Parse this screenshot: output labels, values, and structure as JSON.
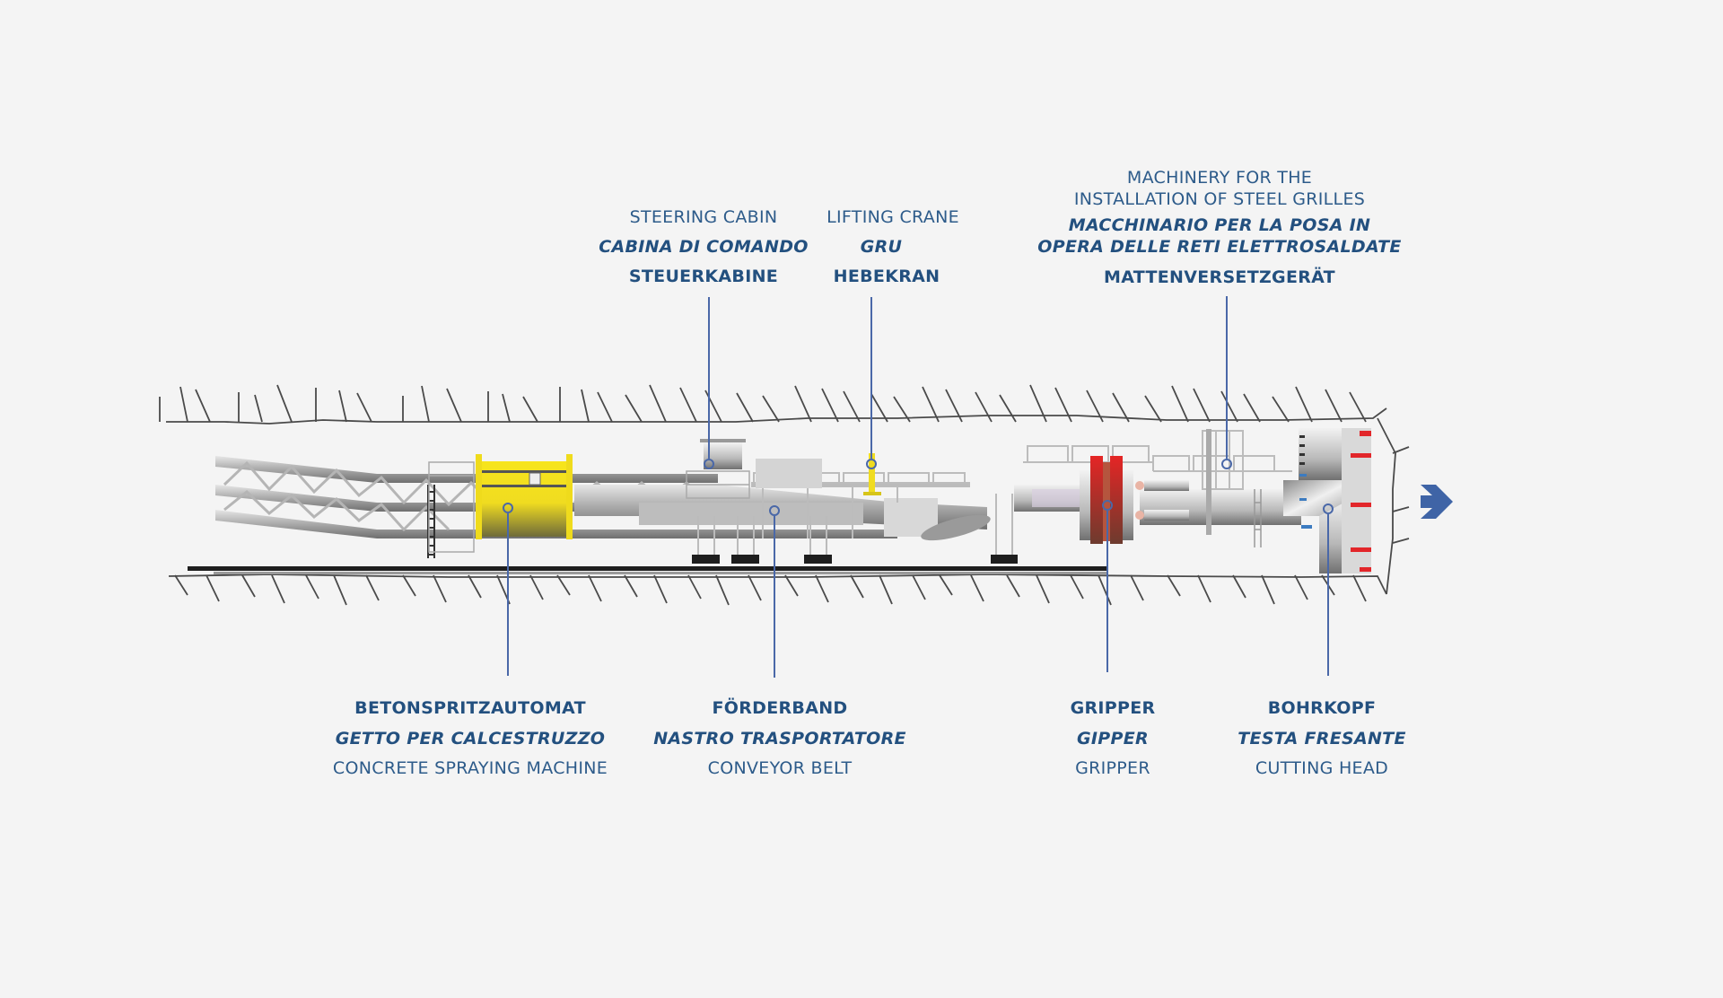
{
  "labels": {
    "steering_cabin": {
      "en": "STEERING CABIN",
      "it": "CABINA DI COMANDO",
      "de": "STEUERKABINE"
    },
    "lifting_crane": {
      "en": "LIFTING CRANE",
      "it": "GRU",
      "de": "HEBEKRAN"
    },
    "steel_grilles": {
      "en_1": "MACHINERY FOR THE",
      "en_2": "INSTALLATION OF STEEL GRILLES",
      "it_1": "MACCHINARIO PER LA POSA IN",
      "it_2": "OPERA DELLE RETI ELETTROSALDATE",
      "de": "MATTENVERSETZGERÄT"
    },
    "concrete_spraying": {
      "de": "BETONSPRITZAUTOMAT",
      "it": "GETTO PER CALCESTRUZZO",
      "en": "CONCRETE SPRAYING MACHINE"
    },
    "conveyor_belt": {
      "de": "FÖRDERBAND",
      "it": "NASTRO TRASPORTATORE",
      "en": "CONVEYOR BELT"
    },
    "gripper": {
      "de": "GRIPPER",
      "it": "GIPPER",
      "en": "GRIPPER"
    },
    "cutting_head": {
      "de": "BOHRKOPF",
      "it": "TESTA FRESANTE",
      "en": "CUTTING HEAD"
    }
  },
  "colors": {
    "text": "#23507f",
    "leader": "#4a68a8",
    "arrow": "#3f64a6",
    "spray": "#f5e11a",
    "gripper": "#e2262a"
  },
  "icons": {
    "direction": "arrow-right-icon"
  }
}
